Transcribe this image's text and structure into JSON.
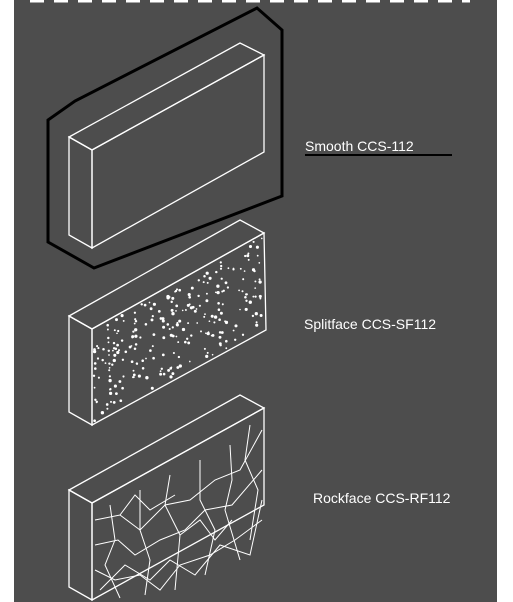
{
  "header": {
    "partial_caption": "(·) ········ (·) ········ (·) ········"
  },
  "blocks": [
    {
      "id": "smooth",
      "label": "Smooth CCS-112",
      "selected": true
    },
    {
      "id": "splitface",
      "label": "Splitface CCS-SF112",
      "selected": false
    },
    {
      "id": "rockface",
      "label": "Rockface CCS-RF112",
      "selected": false
    }
  ],
  "colors": {
    "background": "#4d4d4d",
    "line": "#ffffff",
    "selection": "#000000"
  }
}
